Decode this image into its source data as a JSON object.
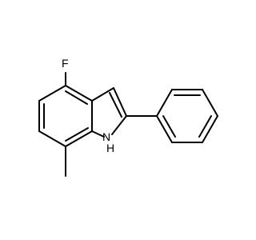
{
  "molecule": {
    "atoms": {
      "fluorine": {
        "label": "F"
      },
      "nitrogen": {
        "label": "H"
      },
      "nitrogen_sub": {
        "label": "N"
      }
    }
  },
  "colors": {
    "background": "#ffffff",
    "bond": "#000000",
    "fluorine_label": "#000000",
    "nh_label": "#000000"
  }
}
